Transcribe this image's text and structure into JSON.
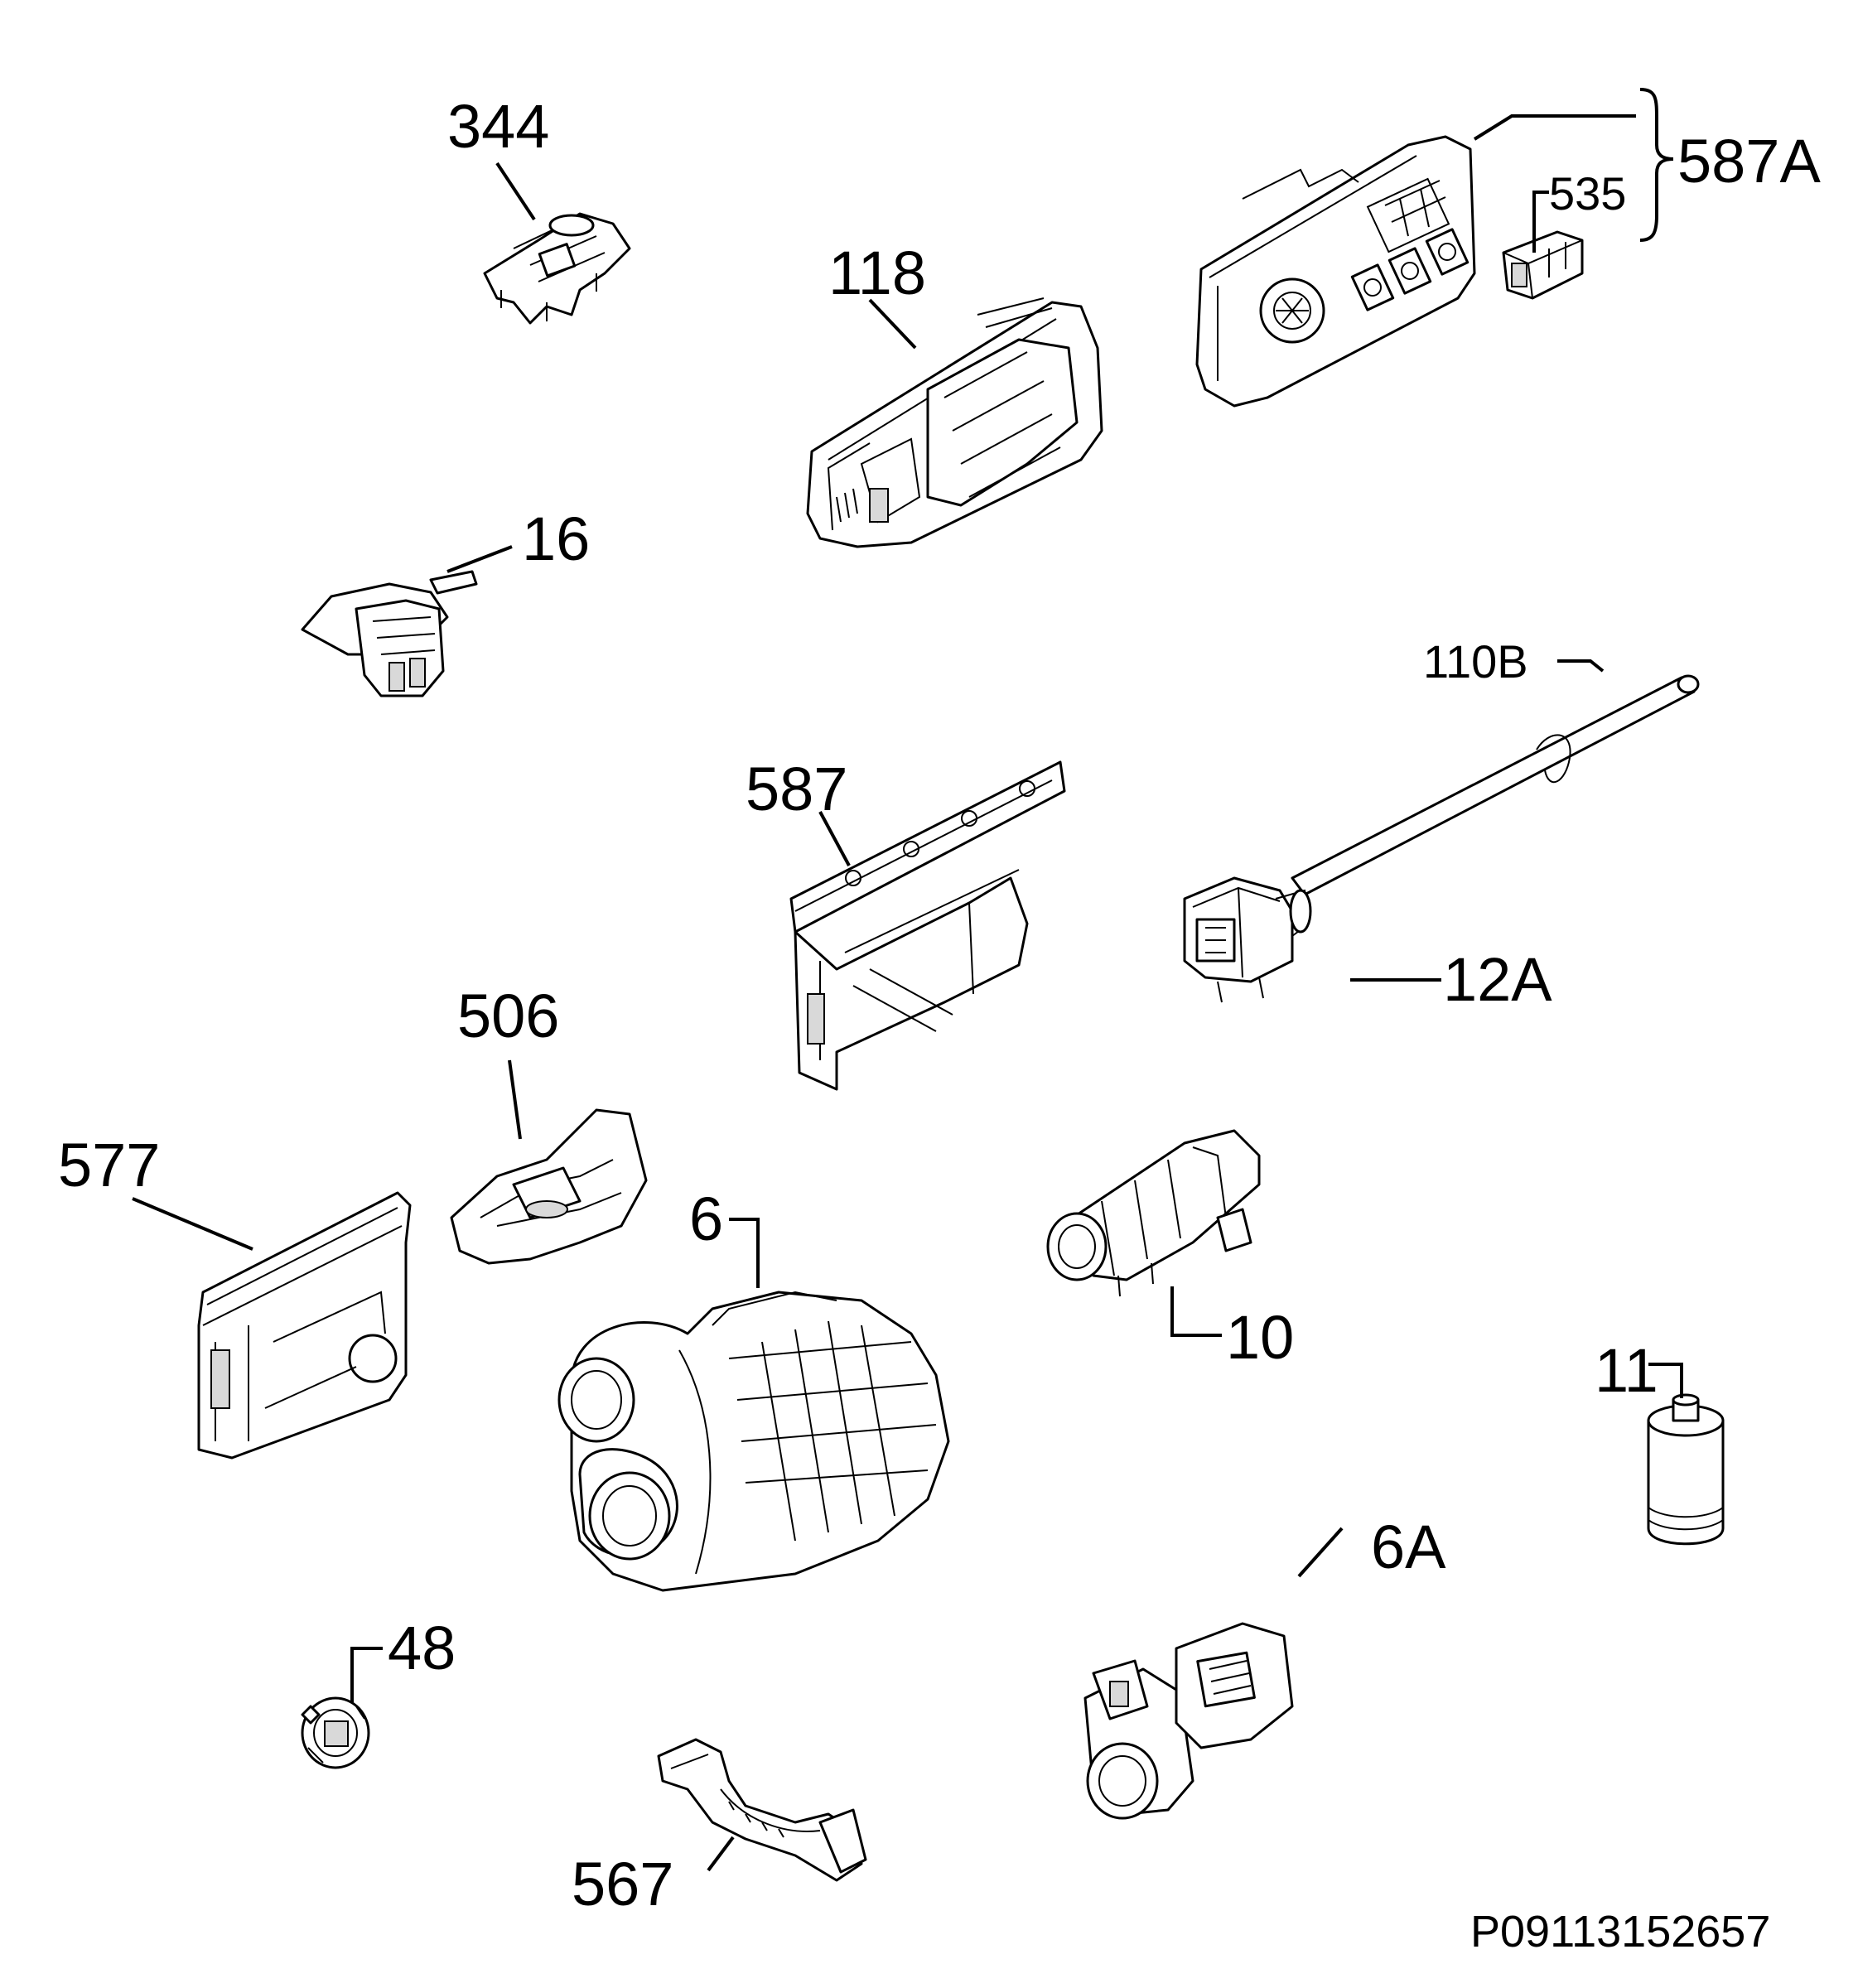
{
  "labels": {
    "l344": "344",
    "l118": "118",
    "l587A": "587A",
    "l535": "535",
    "l16": "16",
    "l110B": "110B",
    "l587": "587",
    "l12A": "12A",
    "l506": "506",
    "l577": "577",
    "l6": "6",
    "l10": "10",
    "l11": "11",
    "l6A": "6A",
    "l48": "48",
    "l567": "567"
  },
  "doc_id": "P09113152657",
  "colors": {
    "ink": "#000000",
    "background": "#ffffff"
  }
}
